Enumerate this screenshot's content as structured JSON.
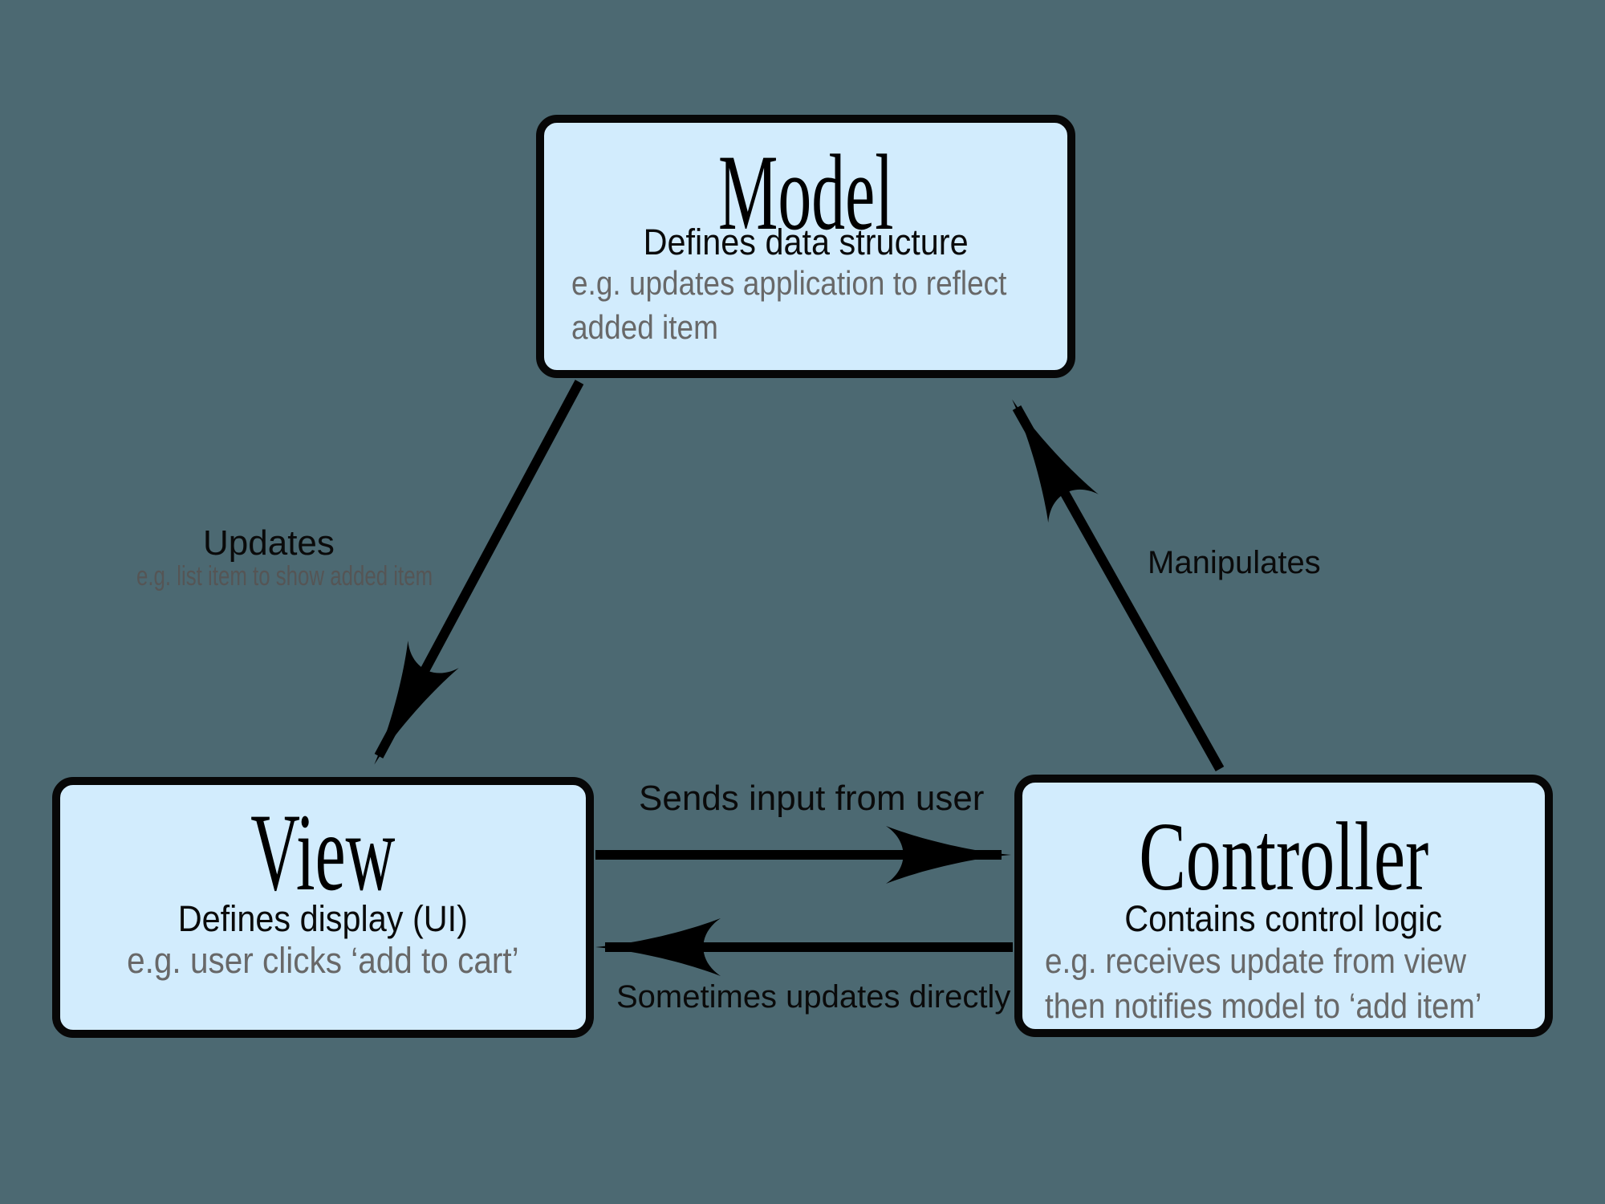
{
  "background_color": "#4c6972",
  "colors": {
    "box_fill": "#d2ecfd",
    "box_border": "#070707",
    "arrow": "#000000",
    "label_text": "#0a0a0a",
    "muted_text": "#686868",
    "sublabel_text": "#555555"
  },
  "boxes": {
    "model": {
      "title": "Model",
      "subtitle": "Defines data structure",
      "example_line1": "e.g. updates application to reflect",
      "example_line2": "added item"
    },
    "view": {
      "title": "View",
      "subtitle": "Defines display (UI)",
      "example_line1": "e.g. user clicks ‘add to cart’"
    },
    "controller": {
      "title": "Controller",
      "subtitle": "Contains control logic",
      "example_line1": "e.g. receives update from view",
      "example_line2": "then notifies model to ‘add item’"
    }
  },
  "arrows": {
    "model_to_view": {
      "from": "Model",
      "to": "View",
      "label": "Updates",
      "sublabel": "e.g. list item to show added item"
    },
    "controller_to_model": {
      "from": "Controller",
      "to": "Model",
      "label": "Manipulates"
    },
    "view_to_controller": {
      "from": "View",
      "to": "Controller",
      "label": "Sends input from user"
    },
    "controller_to_view": {
      "from": "Controller",
      "to": "View",
      "label": "Sometimes updates directly"
    }
  }
}
